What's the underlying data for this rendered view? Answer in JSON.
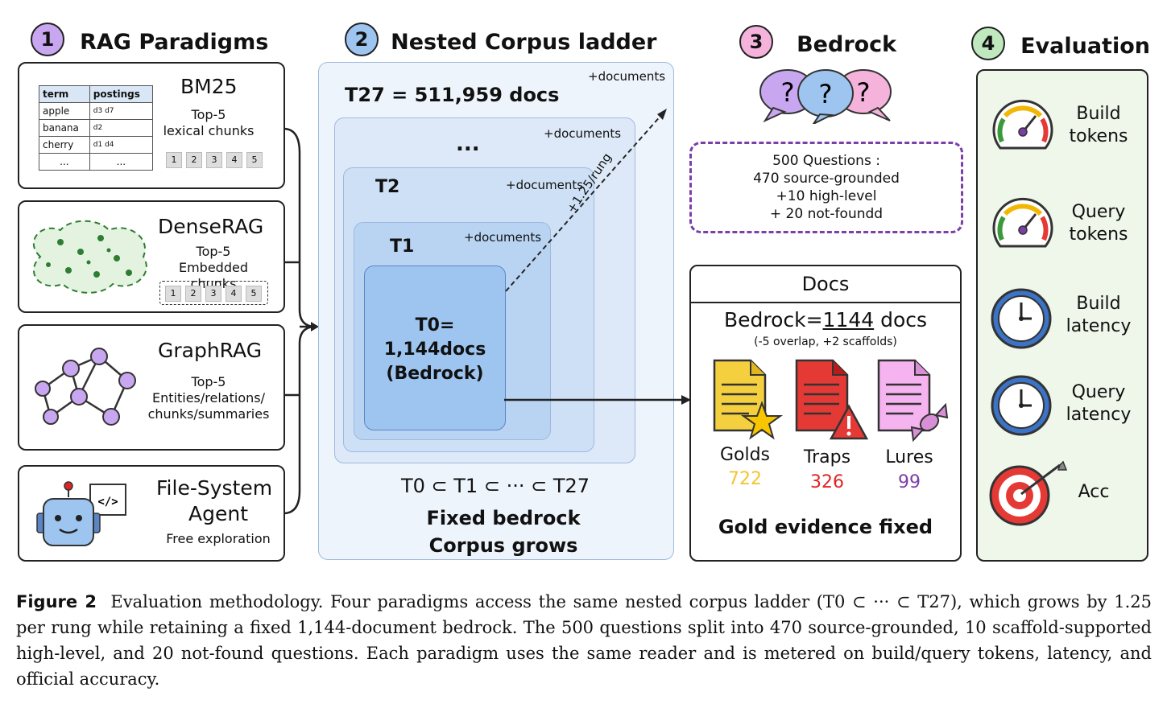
{
  "sections": {
    "s1": {
      "num": "1",
      "title": "RAG Paradigms"
    },
    "s2": {
      "num": "2",
      "title": "Nested Corpus ladder"
    },
    "s3": {
      "num": "3",
      "title": "Bedrock"
    },
    "s4": {
      "num": "4",
      "title": "Evaluation"
    }
  },
  "paradigms": {
    "bm25": {
      "name": "BM25",
      "line1": "Top-5",
      "line2": "lexical chunks",
      "table": {
        "head": [
          "term",
          "postings"
        ],
        "rows": [
          "apple",
          "banana",
          "cherry",
          "..."
        ],
        "docs": [
          "d3 d7",
          "d2",
          "d1 d4",
          "..."
        ]
      }
    },
    "dense": {
      "name": "DenseRAG",
      "line1": "Top-5",
      "line2": "Embedded chunks"
    },
    "graph": {
      "name": "GraphRAG",
      "line1": "Top-5",
      "line2": "Entities/relations/",
      "line3": "chunks/summaries"
    },
    "agent": {
      "name1": "File-System",
      "name2": "Agent",
      "line1": "Free exploration"
    },
    "chips": [
      "1",
      "2",
      "3",
      "4",
      "5"
    ]
  },
  "ladder": {
    "t27": "T27 = 511,959 docs",
    "dots": "...",
    "t2": "T2",
    "t1": "T1",
    "t0_1": "T0=",
    "t0_2": "1,144docs",
    "t0_3": "(Bedrock)",
    "plus": "+documents",
    "rate": "+1.25/rung",
    "subset": "T0 ⊂ T1 ⊂ ··· ⊂ T27",
    "fixed1": "Fixed bedrock",
    "fixed2": "Corpus grows"
  },
  "bedrock": {
    "q": "?",
    "questions": [
      "500 Questions :",
      "470 source-grounded",
      "+10 high-level",
      "+ 20 not-foundd"
    ],
    "docs_title": "Docs",
    "bedrock_prefix": "Bedrock=",
    "bedrock_num": "1144",
    "bedrock_suffix": " docs",
    "overlap": "(-5 overlap, +2 scaffolds)",
    "golds": {
      "label": "Golds",
      "value": "722",
      "color": "#f4c430"
    },
    "traps": {
      "label": "Traps",
      "value": "326",
      "color": "#e02424"
    },
    "lures": {
      "label": "Lures",
      "value": "99",
      "color": "#7b3fa8"
    },
    "fixed": "Gold evidence fixed"
  },
  "evaluation": {
    "items": [
      {
        "l1": "Build",
        "l2": "tokens"
      },
      {
        "l1": "Query",
        "l2": "tokens"
      },
      {
        "l1": "Build",
        "l2": "latency"
      },
      {
        "l1": "Query",
        "l2": "latency"
      },
      {
        "l1": "Acc",
        "l2": ""
      }
    ]
  },
  "caption": {
    "label": "Figure 2",
    "text": "Evaluation methodology. Four paradigms access the same nested corpus ladder (T0 ⊂ ··· ⊂ T27), which grows by 1.25 per rung while retaining a fixed 1,144-document bedrock. The 500 questions split into 470 source-grounded, 10 scaffold-supported high-level, and 20 not-found questions. Each paradigm uses the same reader and is metered on build/query tokens, latency, and official accuracy."
  },
  "colors": {
    "s1": "#c9a7f0",
    "s2": "#9ec5f0",
    "s3": "#f5b3dc",
    "s4": "#bfe8bf",
    "ladder_bg": "#eef4fc",
    "eval_bg": "#eef7ea"
  }
}
